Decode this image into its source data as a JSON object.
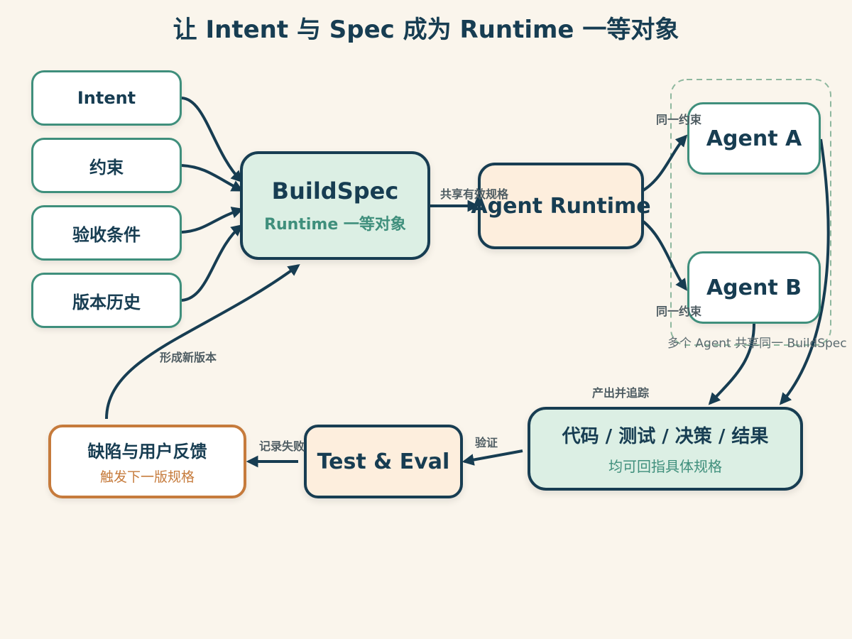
{
  "title": "让 Intent 与 Spec 成为 Runtime 一等对象",
  "inputs": [
    "Intent",
    "约束",
    "验收条件",
    "版本历史"
  ],
  "buildspec": {
    "title": "BuildSpec",
    "subtitle": "Runtime 一等对象"
  },
  "runtime": {
    "title": "Agent Runtime"
  },
  "agents": [
    "Agent A",
    "Agent B"
  ],
  "group_label": "多个 Agent 共享同一 BuildSpec",
  "outputs": {
    "title": "代码 / 测试 / 决策 / 结果",
    "subtitle": "均可回指具体规格"
  },
  "test": {
    "title": "Test & Eval"
  },
  "feedback": {
    "title": "缺陷与用户反馈",
    "subtitle": "触发下一版规格"
  },
  "edge_labels": {
    "share_spec": "共享有效规格",
    "same_constraint_a": "同一约束",
    "same_constraint_b": "同一约束",
    "produce_track": "产出并追踪",
    "verify": "验证",
    "record_failure": "记录失败",
    "new_version": "形成新版本"
  },
  "colors": {
    "background": "#faf5ec",
    "dark": "#173d52",
    "green_border": "#3f8f7c",
    "mint_fill": "#dcefe4",
    "peach_fill": "#fdeedd",
    "orange_border": "#c67b3c",
    "orange_text": "#c67b3c"
  }
}
